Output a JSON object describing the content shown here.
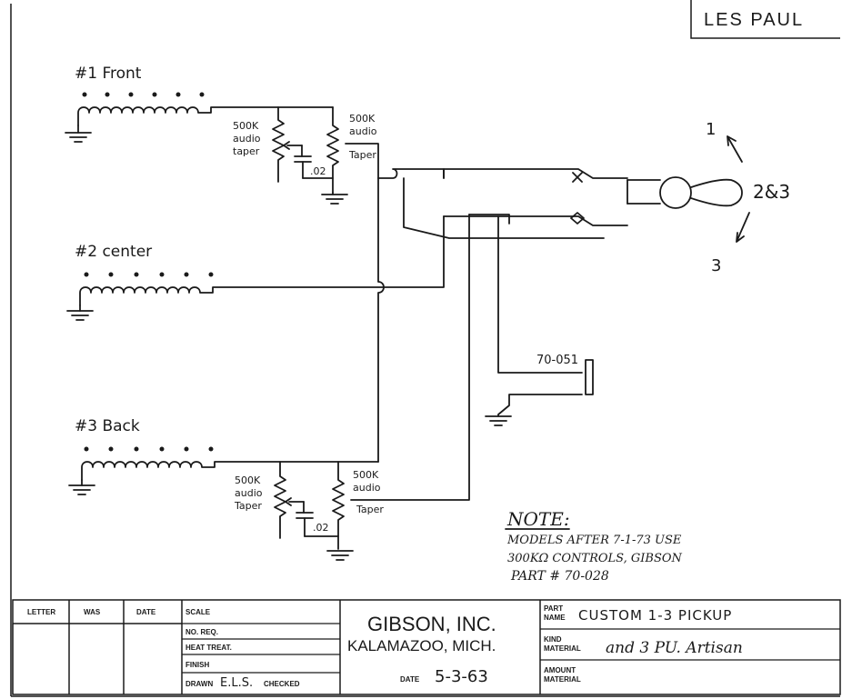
{
  "title_box": {
    "text": "LES PAUL"
  },
  "pickups": [
    {
      "label": "#1 Front"
    },
    {
      "label": "#2 center"
    },
    {
      "label": "#3 Back"
    }
  ],
  "controls": {
    "front_volume": {
      "line1": "500K",
      "line2": "audio",
      "line3": "taper"
    },
    "front_tone": {
      "line1": "500K",
      "line2": "audio",
      "line3": "Taper"
    },
    "back_volume": {
      "line1": "500K",
      "line2": "audio",
      "line3": "Taper"
    },
    "back_tone": {
      "line1": "500K",
      "line2": "audio",
      "line3": "Taper"
    },
    "cap_front": ".02",
    "cap_back": ".02"
  },
  "switch": {
    "pos1": "1",
    "pos23": "2&3",
    "pos3": "3"
  },
  "jack": {
    "part": "70-051"
  },
  "note": {
    "heading": "NOTE:",
    "line1": "MODELS AFTER 7-1-73 USE",
    "line2": "300KΩ CONTROLS, GIBSON",
    "line3": "PART # 70-028"
  },
  "title_block": {
    "col_letter": "LETTER",
    "col_was": "WAS",
    "col_date": "DATE",
    "scale": "SCALE",
    "no_req": "NO. REQ.",
    "heat_treat": "HEAT TREAT.",
    "finish": "FINISH",
    "drawn": "DRAWN",
    "drawn_by": "E.L.S.",
    "checked": "CHECKED",
    "company": "GIBSON, INC.",
    "city": "KALAMAZOO, MICH.",
    "date_label": "DATE",
    "date_value": "5-3-63",
    "part_name_label1": "PART",
    "part_name_label2": "NAME",
    "part_name": "CUSTOM 1-3 PICKUP",
    "kind_label1": "KIND",
    "kind_label2": "MATERIAL",
    "kind_value": "and 3 PU. Artisan",
    "amount_label1": "AMOUNT",
    "amount_label2": "MATERIAL"
  }
}
